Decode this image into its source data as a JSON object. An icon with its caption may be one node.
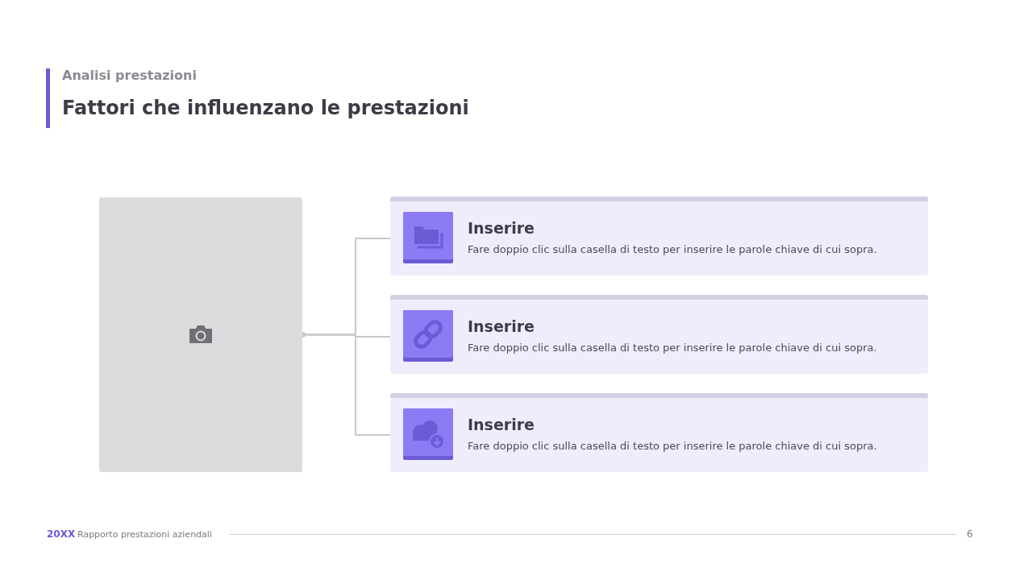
{
  "diagram": {
    "title": "Fattori che influenzano le prestazioni",
    "nodes": [
      {
        "text": [],
        "shape": "box"
      },
      {
        "text": [
          "Inserire",
          "Fare doppio clic sulla casella di testo per inserire le parole chiave di cui sopra."
        ]
      },
      {
        "text": [
          "Inserire",
          "Fare doppio clic sulla casella di testo per inserire le parole chiave di cui sopra."
        ]
      },
      {
        "text": [
          "Inserire",
          "Fare doppio clic sulla casella di testo per inserire le parole chiave di cui sopra."
        ]
      }
    ],
    "edges": [
      {
        "from": 0,
        "to": 1,
        "arrow": "other"
      },
      {
        "from": 0,
        "to": 2,
        "arrow": "other"
      },
      {
        "from": 0,
        "to": 3,
        "arrow": "other"
      }
    ],
    "labels": [
      "Analisi prestazioni",
      "20XX",
      "Rapporto prestazioni aziendali",
      "6"
    ]
  }
}
